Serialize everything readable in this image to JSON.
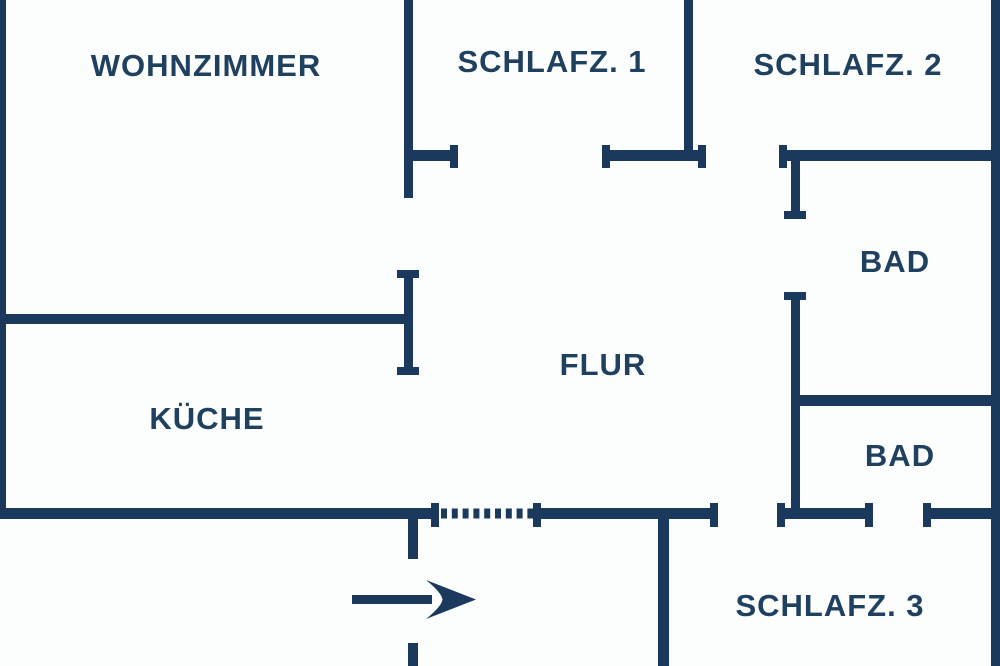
{
  "colors": {
    "wall": "#1a395c",
    "label": "#20405f",
    "background": "#fcfdfd"
  },
  "rooms": [
    {
      "id": "wohnzimmer",
      "label": "WOHNZIMMER"
    },
    {
      "id": "schlafz1",
      "label": "SCHLAFZ. 1"
    },
    {
      "id": "schlafz2",
      "label": "SCHLAFZ. 2"
    },
    {
      "id": "bad-oben",
      "label": "BAD"
    },
    {
      "id": "flur",
      "label": "FLUR"
    },
    {
      "id": "kueche",
      "label": "KÜCHE"
    },
    {
      "id": "bad-unten",
      "label": "BAD"
    },
    {
      "id": "schlafz3",
      "label": "SCHLAFZ. 3"
    }
  ],
  "icons": {
    "entrance_arrow": "arrow-right",
    "entrance_door": "dashed-door-opening"
  }
}
